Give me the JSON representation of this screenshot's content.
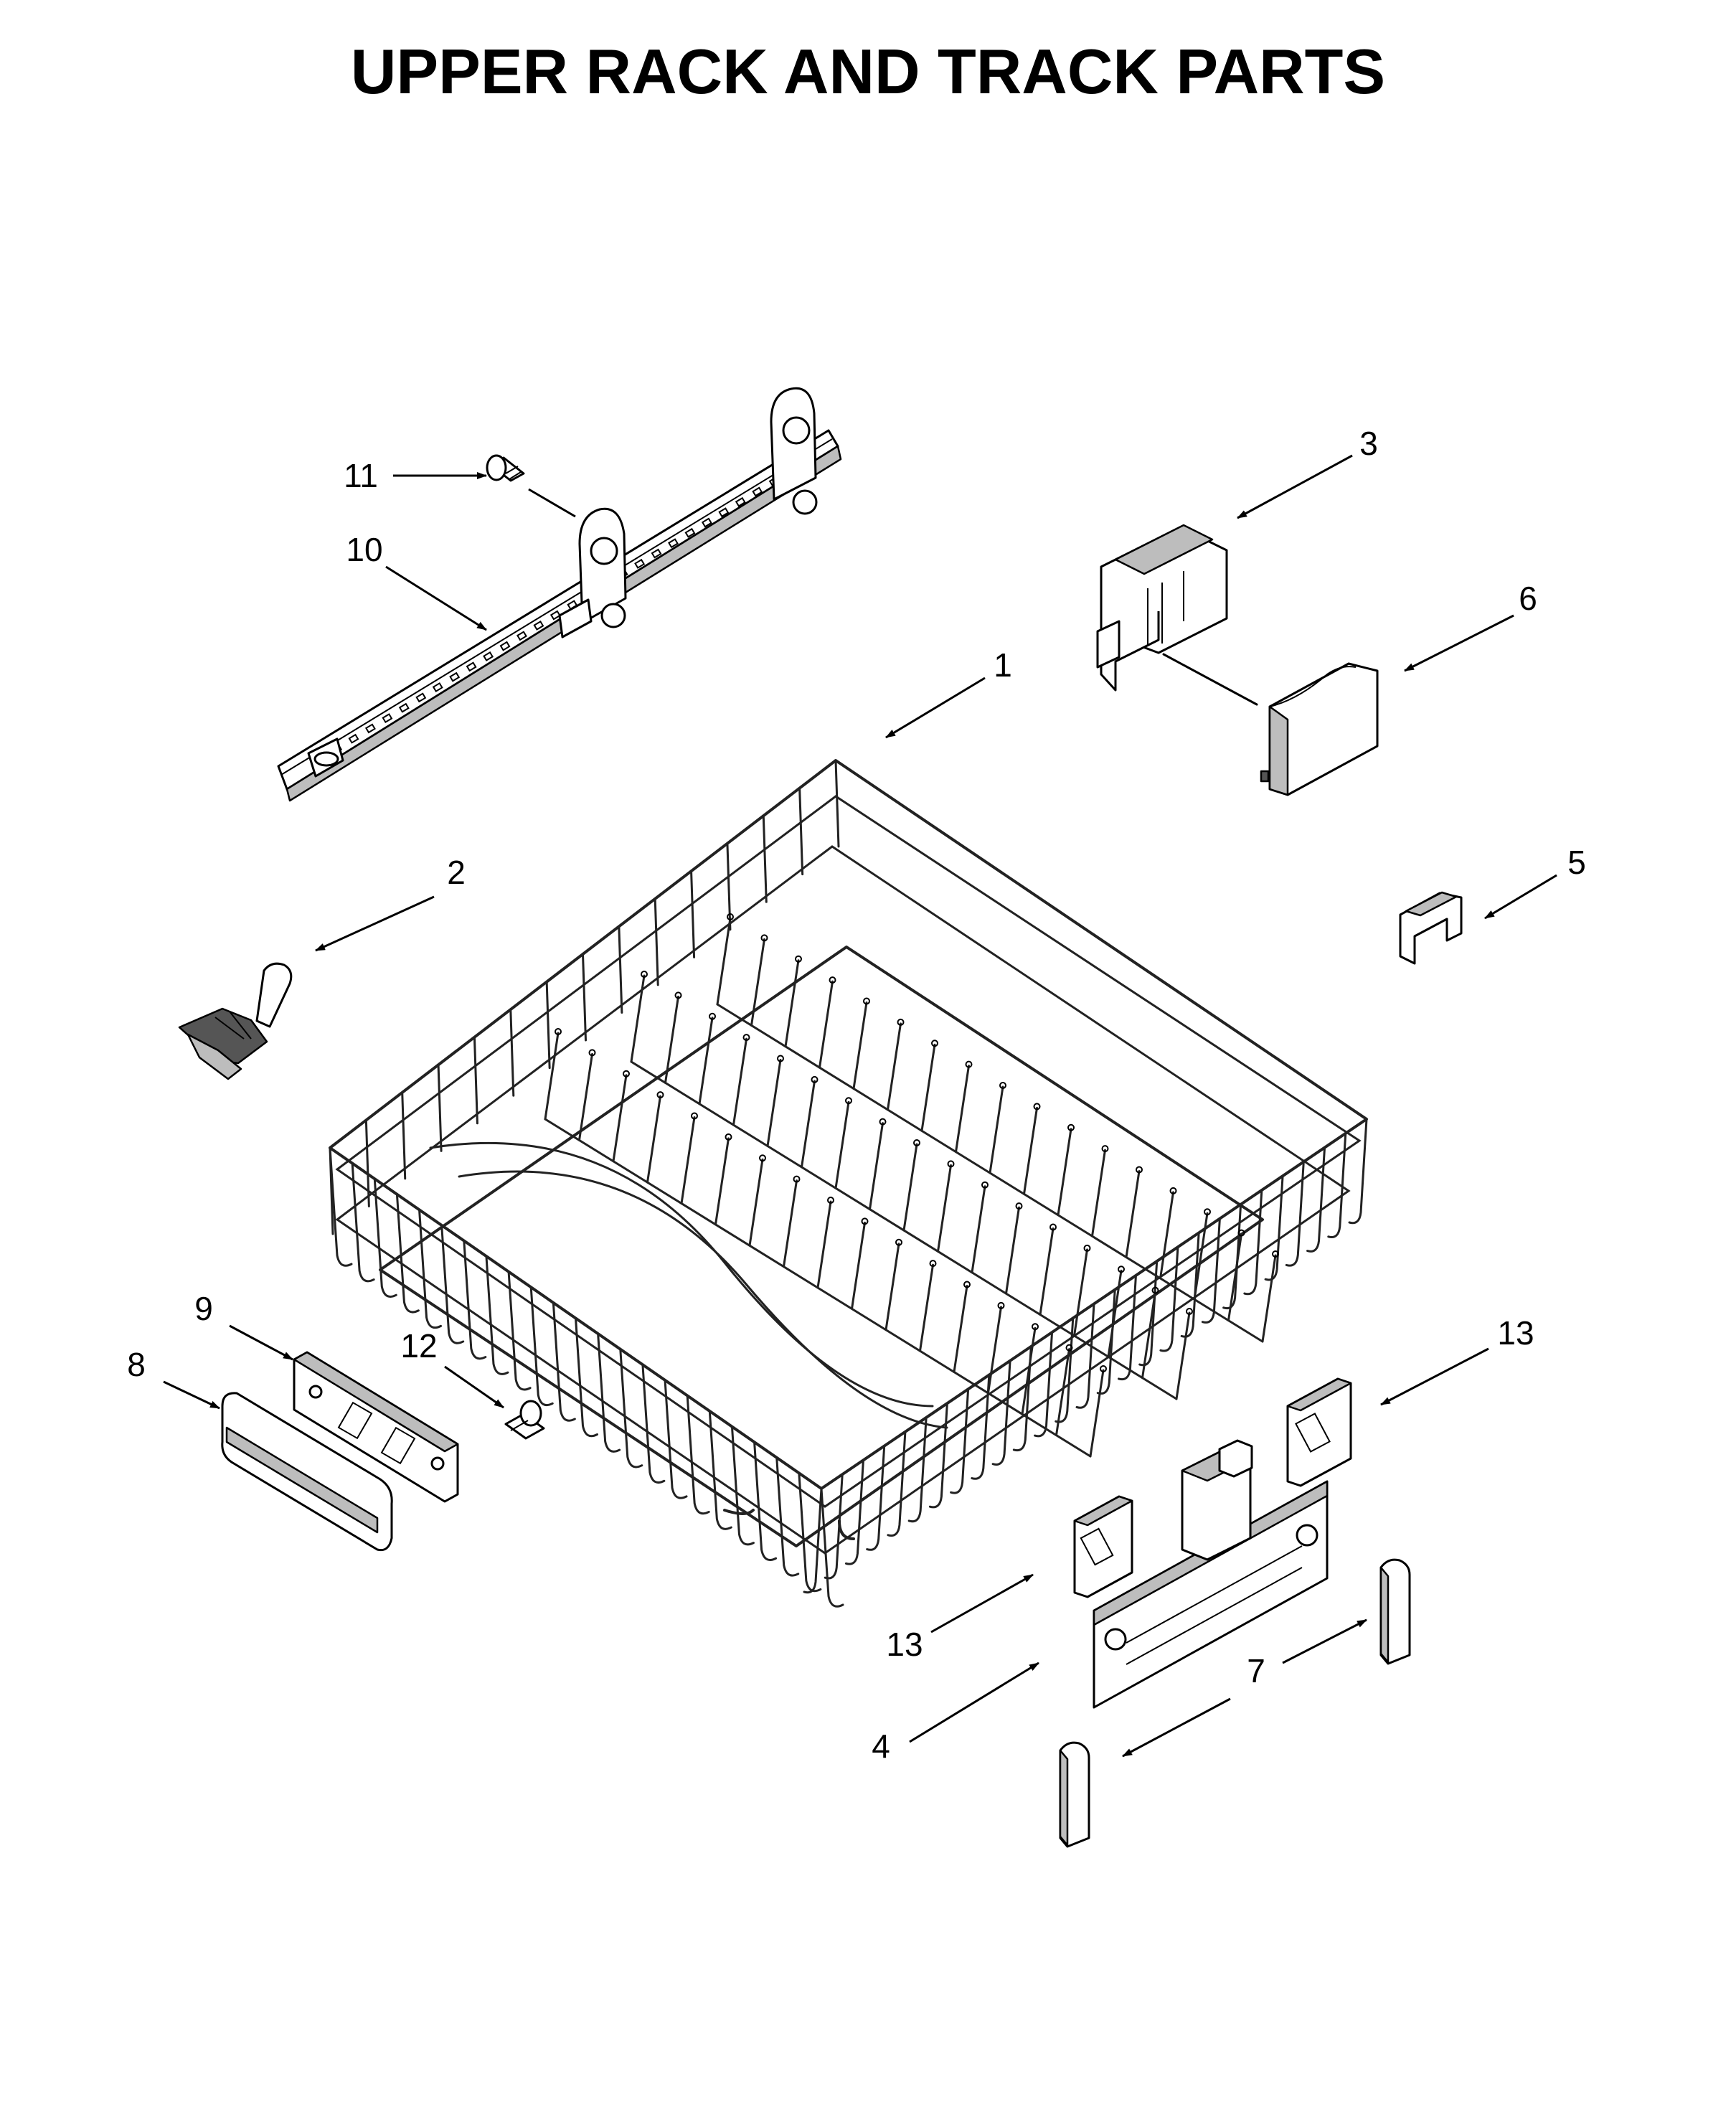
{
  "title": "UPPER RACK AND TRACK PARTS",
  "callouts": {
    "c1": "1",
    "c2": "2",
    "c3": "3",
    "c4": "4",
    "c5": "5",
    "c6": "6",
    "c7": "7",
    "c8": "8",
    "c9": "9",
    "c10": "10",
    "c11": "11",
    "c12": "12",
    "c13a": "13",
    "c13b": "13"
  }
}
